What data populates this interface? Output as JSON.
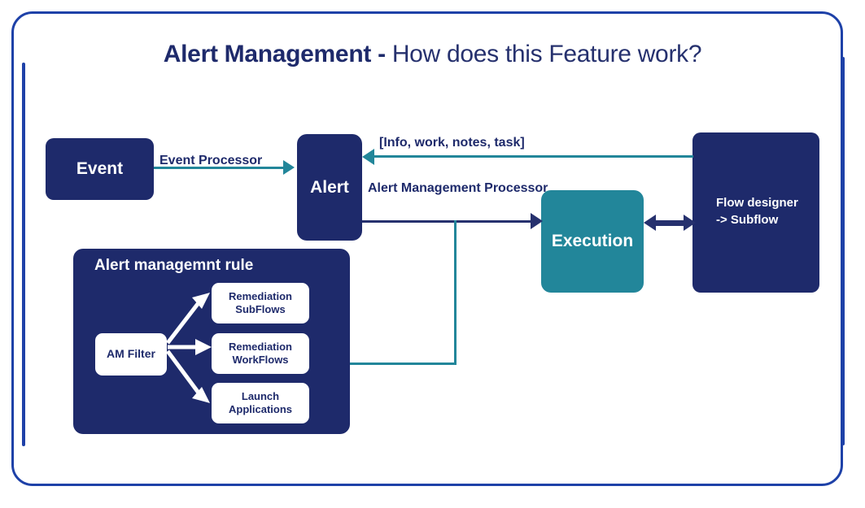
{
  "title": {
    "strong": "Alert Management -",
    "light": "How does this Feature work?"
  },
  "colors": {
    "navy": "#1e2a6b",
    "teal": "#22869a",
    "frame_blue": "#1e41a8",
    "white": "#ffffff"
  },
  "nodes": {
    "event": "Event",
    "alert": "Alert",
    "execution": "Execution",
    "flow_designer": "Flow designer\n-> Subflow"
  },
  "rule_panel": {
    "title": "Alert managemnt rule",
    "filter": "AM Filter",
    "outputs": [
      "Remediation SubFlows",
      "Remediation WorkFlows",
      "Launch Applications"
    ]
  },
  "edges": {
    "event_processor": "Event Processor",
    "info_task": "[Info, work, notes, task]",
    "alert_management_processor": "Alert Management Processor"
  }
}
